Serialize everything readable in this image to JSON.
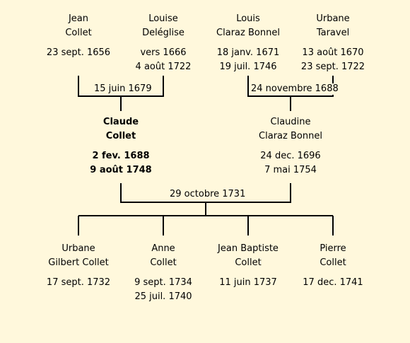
{
  "grandparents": [
    {
      "name1": "Jean",
      "name2": "Collet",
      "birth": "23 sept. 1656",
      "death": ""
    },
    {
      "name1": "Louise",
      "name2": "Deléglise",
      "birth": "vers 1666",
      "death": "4 août 1722"
    },
    {
      "name1": "Louis",
      "name2": "Claraz Bonnel",
      "birth": "18 janv. 1671",
      "death": "19 juil. 1746"
    },
    {
      "name1": "Urbane",
      "name2": "Taravel",
      "birth": "13 août 1670",
      "death": "23 sept. 1722"
    }
  ],
  "marriages": {
    "paternal": "15 juin 1679",
    "maternal": "24 novembre 1688",
    "parents": "29 octobre 1731"
  },
  "parents": [
    {
      "name1": "Claude",
      "name2": "Collet",
      "birth": "2 fev. 1688",
      "death": "9 août 1748"
    },
    {
      "name1": "Claudine",
      "name2": "Claraz Bonnel",
      "birth": "24 dec. 1696",
      "death": "7 mai 1754"
    }
  ],
  "children": [
    {
      "name1": "Urbane",
      "name2": "Gilbert Collet",
      "birth": "17 sept. 1732",
      "death": ""
    },
    {
      "name1": "Anne",
      "name2": "Collet",
      "birth": "9 sept. 1734",
      "death": "25 juil. 1740"
    },
    {
      "name1": "Jean Baptiste",
      "name2": "Collet",
      "birth": "11 juin 1737",
      "death": ""
    },
    {
      "name1": "Pierre",
      "name2": "Collet",
      "birth": "17 dec. 1741",
      "death": ""
    }
  ]
}
